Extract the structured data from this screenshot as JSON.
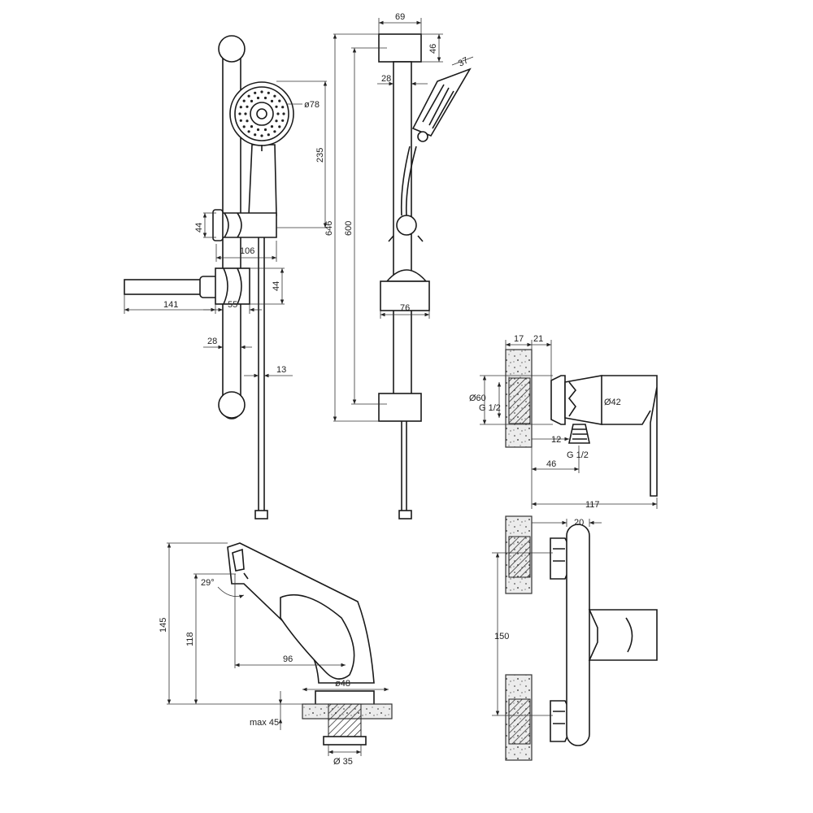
{
  "diagram": {
    "shower_rail": {
      "dimensions": {
        "d_headset_width": "69",
        "d_headset_height": "46",
        "d_rail_dia": "28",
        "d_head_angle": "37",
        "d_head_dia": "ø78",
        "d_head_height": "235",
        "d_total_height": "646",
        "d_spacing": "600",
        "d_slider_height": "44",
        "d_slider_width": "106",
        "d_holder_height": "44",
        "d_soap_dish": "141",
        "d_holder_offset": "55",
        "d_rail_dia_lower": "28",
        "d_hose": "13",
        "d_bracket_width": "76"
      }
    },
    "wall_mixer": {
      "dimensions": {
        "d_wall_17": "17",
        "d_wall_21": "21",
        "d_rosette": "Ø60",
        "d_thread_top": "G 1/2",
        "d_body_dia": "Ø42",
        "d_offset_12": "12",
        "d_thread_bottom": "G 1/2",
        "d_outlet_46": "46",
        "d_total_depth": "117"
      }
    },
    "wall_mixer_front": {
      "dimensions": {
        "d_lever_20": "20",
        "d_centres": "150"
      }
    },
    "basin_mixer": {
      "dimensions": {
        "d_angle": "29°",
        "d_height_145": "145",
        "d_height_118": "118",
        "d_reach": "96",
        "d_base_dia": "ø48",
        "d_worktop": "max 45",
        "d_thread_dia": "Ø 35"
      }
    }
  }
}
